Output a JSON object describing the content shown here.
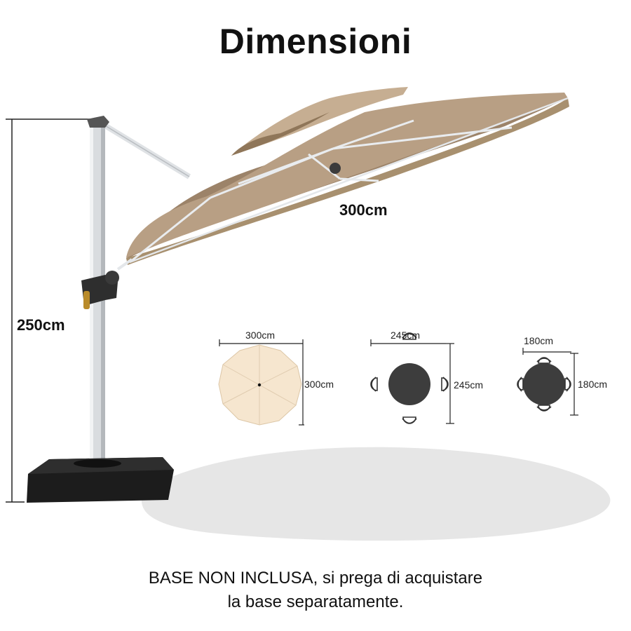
{
  "title": "Dimensioni",
  "dimensions": {
    "canopy_width": "300cm",
    "height": "250cm"
  },
  "diagrams": [
    {
      "shape": "umbrella-top-view",
      "width": "300cm",
      "depth": "300cm"
    },
    {
      "shape": "table-4-chairs",
      "width": "245cm",
      "depth": "245cm"
    },
    {
      "shape": "table-4-chairs",
      "width": "180cm",
      "depth": "180cm"
    }
  ],
  "footer": {
    "line1": "BASE NON INCLUSA, si prega di acquistare",
    "line2": "la base separatamente."
  },
  "colors": {
    "canopy": "#b89f84",
    "canopy_dark": "#9c8369",
    "top_view_canopy": "#f6e6cf",
    "pole": "#d9dcdf",
    "base": "#1c1c1c",
    "table": "#3d3d3d",
    "shadow": "#e6e6e6"
  }
}
